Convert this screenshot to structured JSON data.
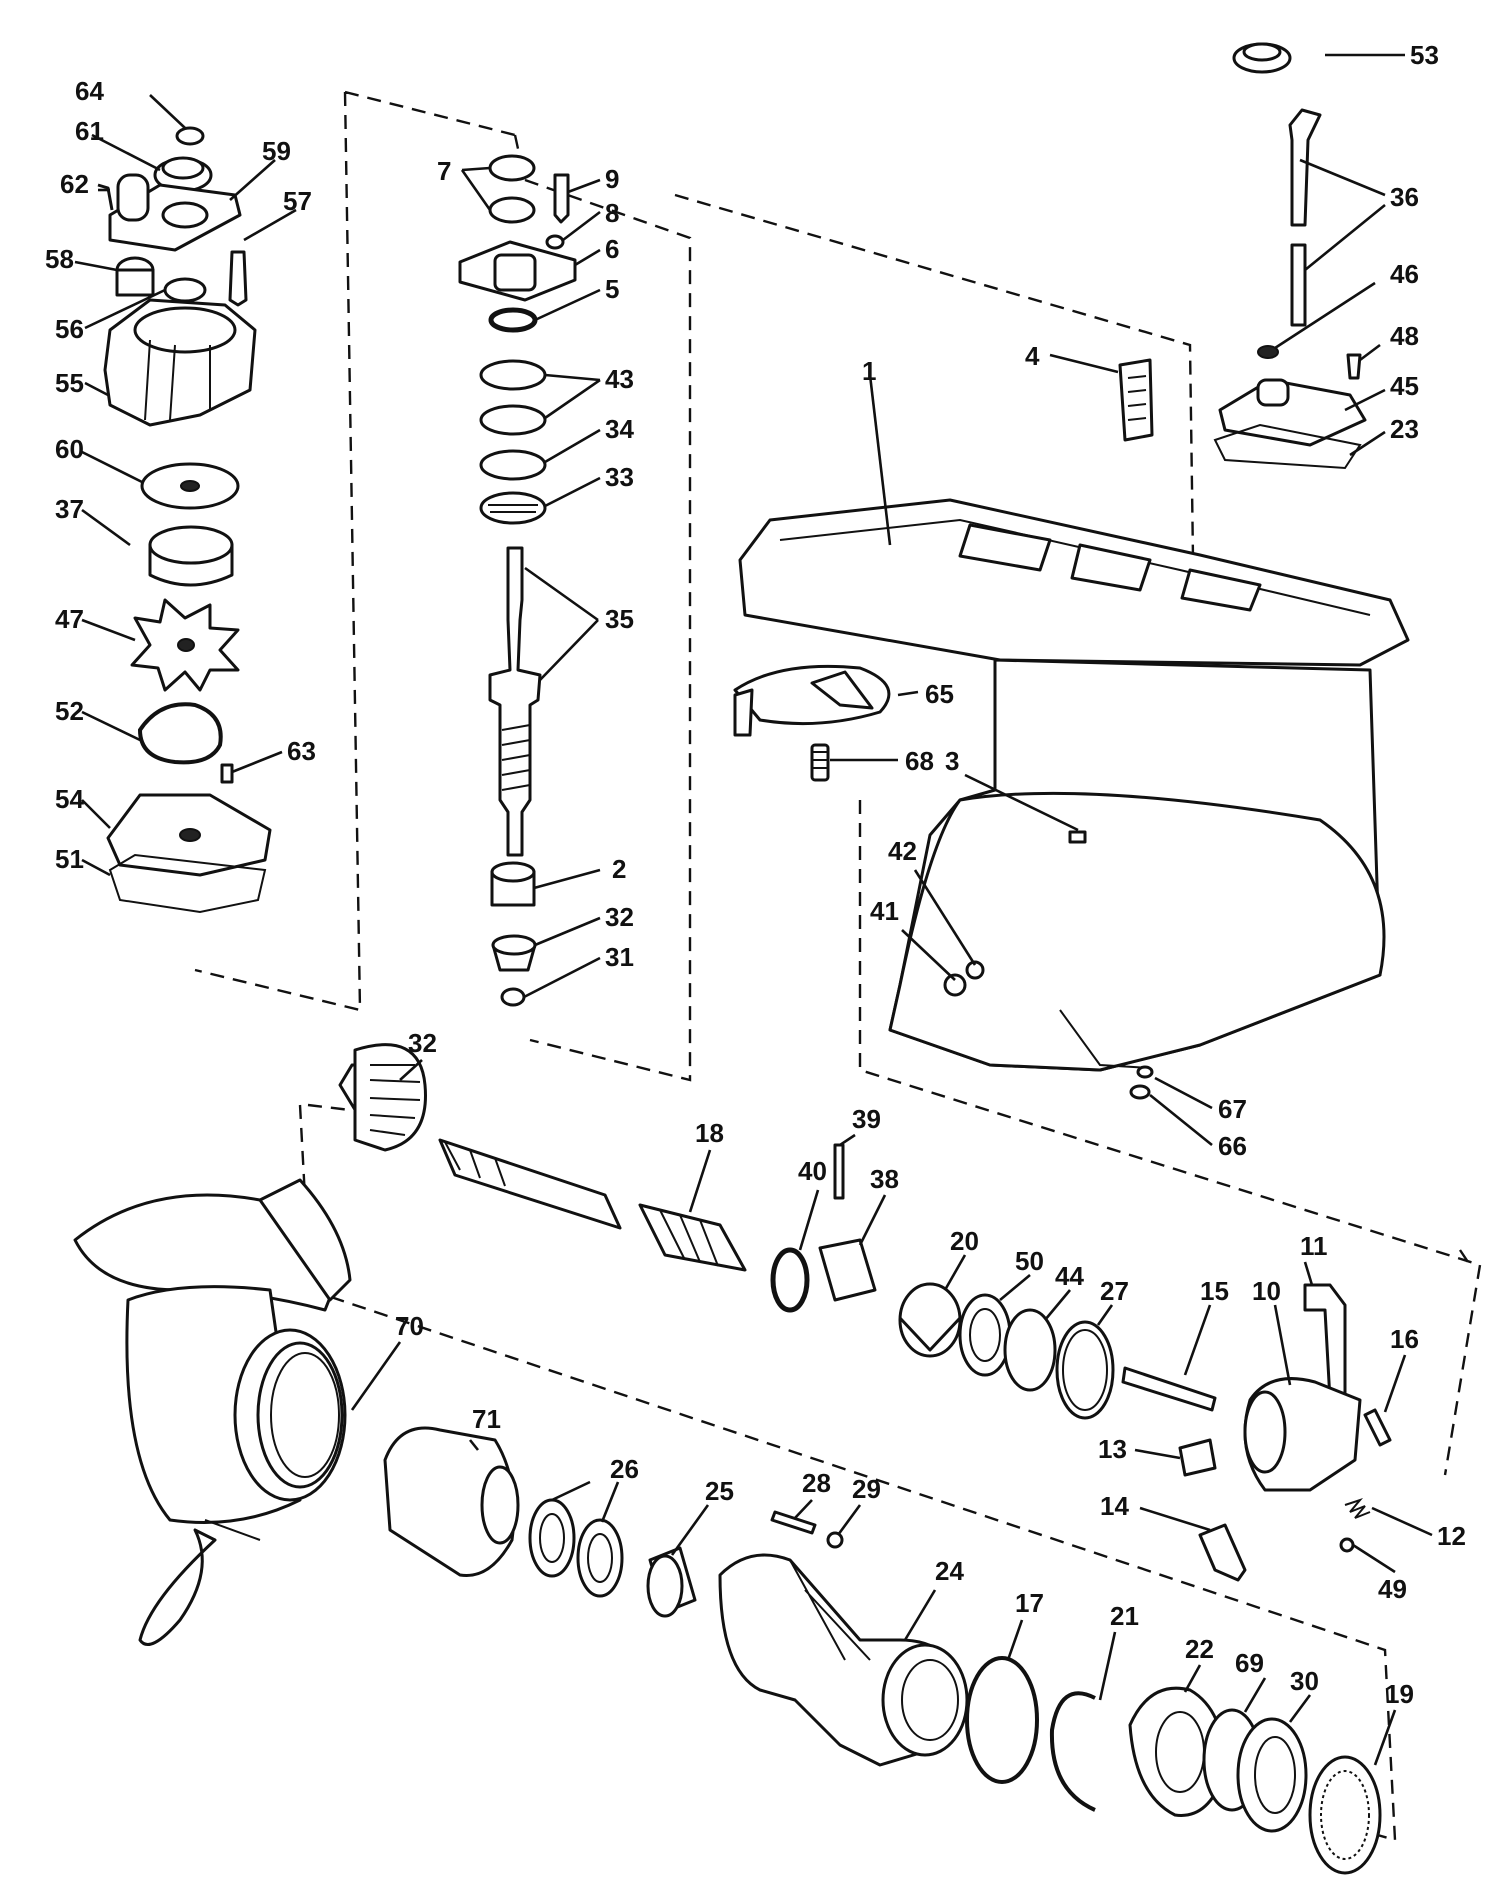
{
  "colors": {
    "ink": "#111111",
    "paper": "#ffffff"
  },
  "callouts": {
    "c1": "1",
    "c2": "2",
    "c3": "3",
    "c4": "4",
    "c5": "5",
    "c6": "6",
    "c7": "7",
    "c8": "8",
    "c9": "9",
    "c10": "10",
    "c11": "11",
    "c12": "12",
    "c13": "13",
    "c14": "14",
    "c15": "15",
    "c16": "16",
    "c17": "17",
    "c18": "18",
    "c19": "19",
    "c20": "20",
    "c21": "21",
    "c22": "22",
    "c23": "23",
    "c24": "24",
    "c25": "25",
    "c26": "26",
    "c27": "27",
    "c28": "28",
    "c29": "29",
    "c30": "30",
    "c31": "31",
    "c32a": "32",
    "c32b": "32",
    "c33": "33",
    "c34": "34",
    "c35": "35",
    "c36": "36",
    "c37": "37",
    "c38": "38",
    "c39": "39",
    "c40": "40",
    "c41": "41",
    "c42": "42",
    "c43": "43",
    "c44": "44",
    "c45": "45",
    "c46": "46",
    "c47": "47",
    "c48": "48",
    "c49": "49",
    "c50": "50",
    "c51": "51",
    "c52": "52",
    "c53": "53",
    "c54": "54",
    "c55": "55",
    "c56": "56",
    "c57": "57",
    "c58": "58",
    "c59": "59",
    "c60": "60",
    "c61": "61",
    "c62": "62",
    "c63": "63",
    "c64": "64",
    "c65": "65",
    "c66": "66",
    "c67": "67",
    "c68": "68",
    "c69": "69",
    "c70": "70",
    "c71": "71"
  }
}
